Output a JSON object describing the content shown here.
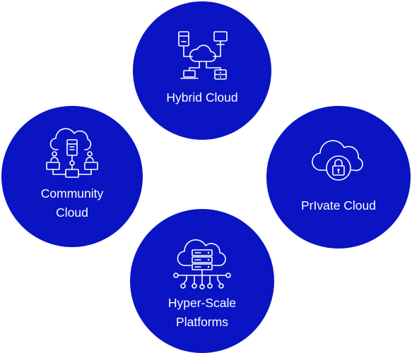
{
  "diagram": {
    "background": "#ffffff",
    "circle_color": "#0a14c2",
    "text_color": "#ffffff",
    "nodes": [
      {
        "id": "hybrid",
        "icon": "hybrid-cloud-network-icon",
        "label": "Hybrid Cloud"
      },
      {
        "id": "community",
        "icon": "community-cloud-network-icon",
        "label_line1": "Community",
        "label_line2": "Cloud"
      },
      {
        "id": "private",
        "icon": "cloud-lock-icon",
        "label": "PrIvate Cloud"
      },
      {
        "id": "hyperscale",
        "icon": "cloud-server-network-icon",
        "label_line1": "Hyper-Scale",
        "label_line2": "Platforms"
      }
    ]
  }
}
